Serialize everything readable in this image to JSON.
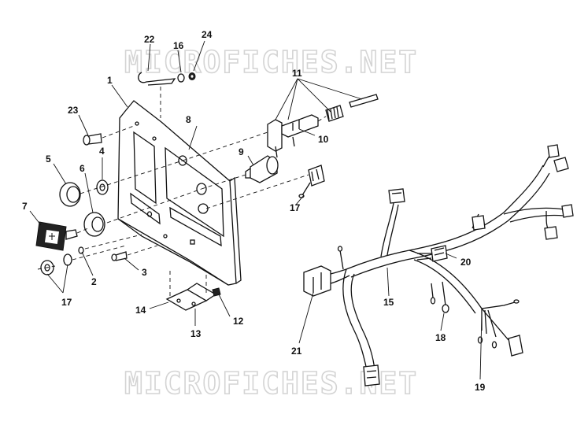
{
  "watermark": {
    "top": "MICROFICHES.NET",
    "bottom": "MICROFICHES.NET"
  },
  "callouts": {
    "c1": "1",
    "c2": "2",
    "c3": "3",
    "c4": "4",
    "c5": "5",
    "c6": "6",
    "c7": "7",
    "c8": "8",
    "c9": "9",
    "c10": "10",
    "c11": "11",
    "c12": "12",
    "c13": "13",
    "c14": "14",
    "c15": "15",
    "c16": "16",
    "c17a": "17",
    "c17b": "17",
    "c18": "18",
    "c19": "19",
    "c20": "20",
    "c21": "21",
    "c22": "22",
    "c23": "23",
    "c24": "24"
  }
}
